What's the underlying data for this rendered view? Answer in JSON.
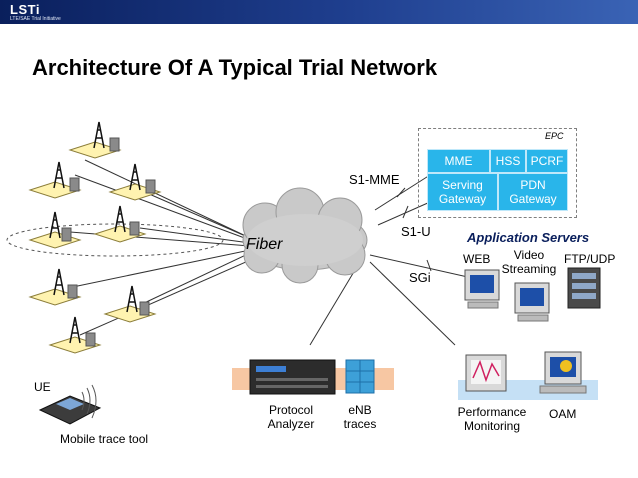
{
  "header": {
    "logo": "LSTi",
    "logo_sub": "LTE/SAE Trial Initiative"
  },
  "title": "Architecture Of A Typical Trial Network",
  "cloud_label": "Fiber",
  "epc": {
    "label": "EPC",
    "cells": {
      "mme": "MME",
      "hss": "HSS",
      "pcrf": "PCRF",
      "serving_gw": "Serving Gateway",
      "pdn_gw": "PDN Gateway"
    }
  },
  "interfaces": {
    "s1_mme": "S1-MME",
    "s1_u": "S1-U",
    "sgi": "SGi"
  },
  "app_servers": {
    "title": "Application Servers",
    "web": "WEB",
    "video": "Video Streaming",
    "ftp": "FTP/UDP"
  },
  "ue": {
    "label": "UE",
    "tool": "Mobile trace tool"
  },
  "bottom": {
    "protocol": "Protocol Analyzer",
    "enb": "eNB traces",
    "perf": "Performance Monitoring",
    "oam": "OAM"
  },
  "colors": {
    "header_dark": "#0a1f5c",
    "epc_cell": "#29b5ea",
    "site_pad": "#fff3b0",
    "tray": "#f7c7a3",
    "tray_blue": "#c5e0f5"
  }
}
